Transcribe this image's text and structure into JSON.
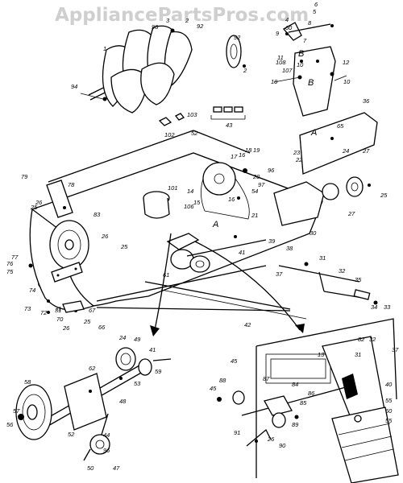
{
  "watermark": "AppliancePartsPros.com",
  "callouts": [
    "1",
    "2",
    "2",
    "3",
    "4",
    "5",
    "6",
    "7",
    "8",
    "9",
    "10",
    "10",
    "10",
    "11",
    "12",
    "13",
    "14",
    "15",
    "16",
    "16",
    "17",
    "18",
    "19",
    "20",
    "21",
    "22",
    "23",
    "24",
    "24",
    "25",
    "25",
    "25",
    "25",
    "26",
    "26",
    "26",
    "26",
    "27",
    "27",
    "30",
    "31",
    "31",
    "31",
    "32",
    "32",
    "33",
    "34",
    "35",
    "36",
    "37",
    "37",
    "38",
    "39",
    "40",
    "41",
    "41",
    "42",
    "43",
    "44",
    "45",
    "45",
    "47",
    "48",
    "49",
    "50",
    "52",
    "52",
    "53",
    "54",
    "55",
    "55",
    "56",
    "57",
    "58",
    "59",
    "60",
    "60",
    "61",
    "62",
    "65",
    "66",
    "67",
    "70",
    "71",
    "72",
    "73",
    "74",
    "75",
    "76",
    "77",
    "78",
    "79",
    "82",
    "83",
    "84",
    "85",
    "86",
    "87",
    "88",
    "89",
    "90",
    "91",
    "92",
    "92",
    "94",
    "96",
    "96",
    "97",
    "98",
    "101",
    "102",
    "103",
    "106",
    "107",
    "108"
  ],
  "letters": [
    "A",
    "B",
    "B",
    "A"
  ]
}
